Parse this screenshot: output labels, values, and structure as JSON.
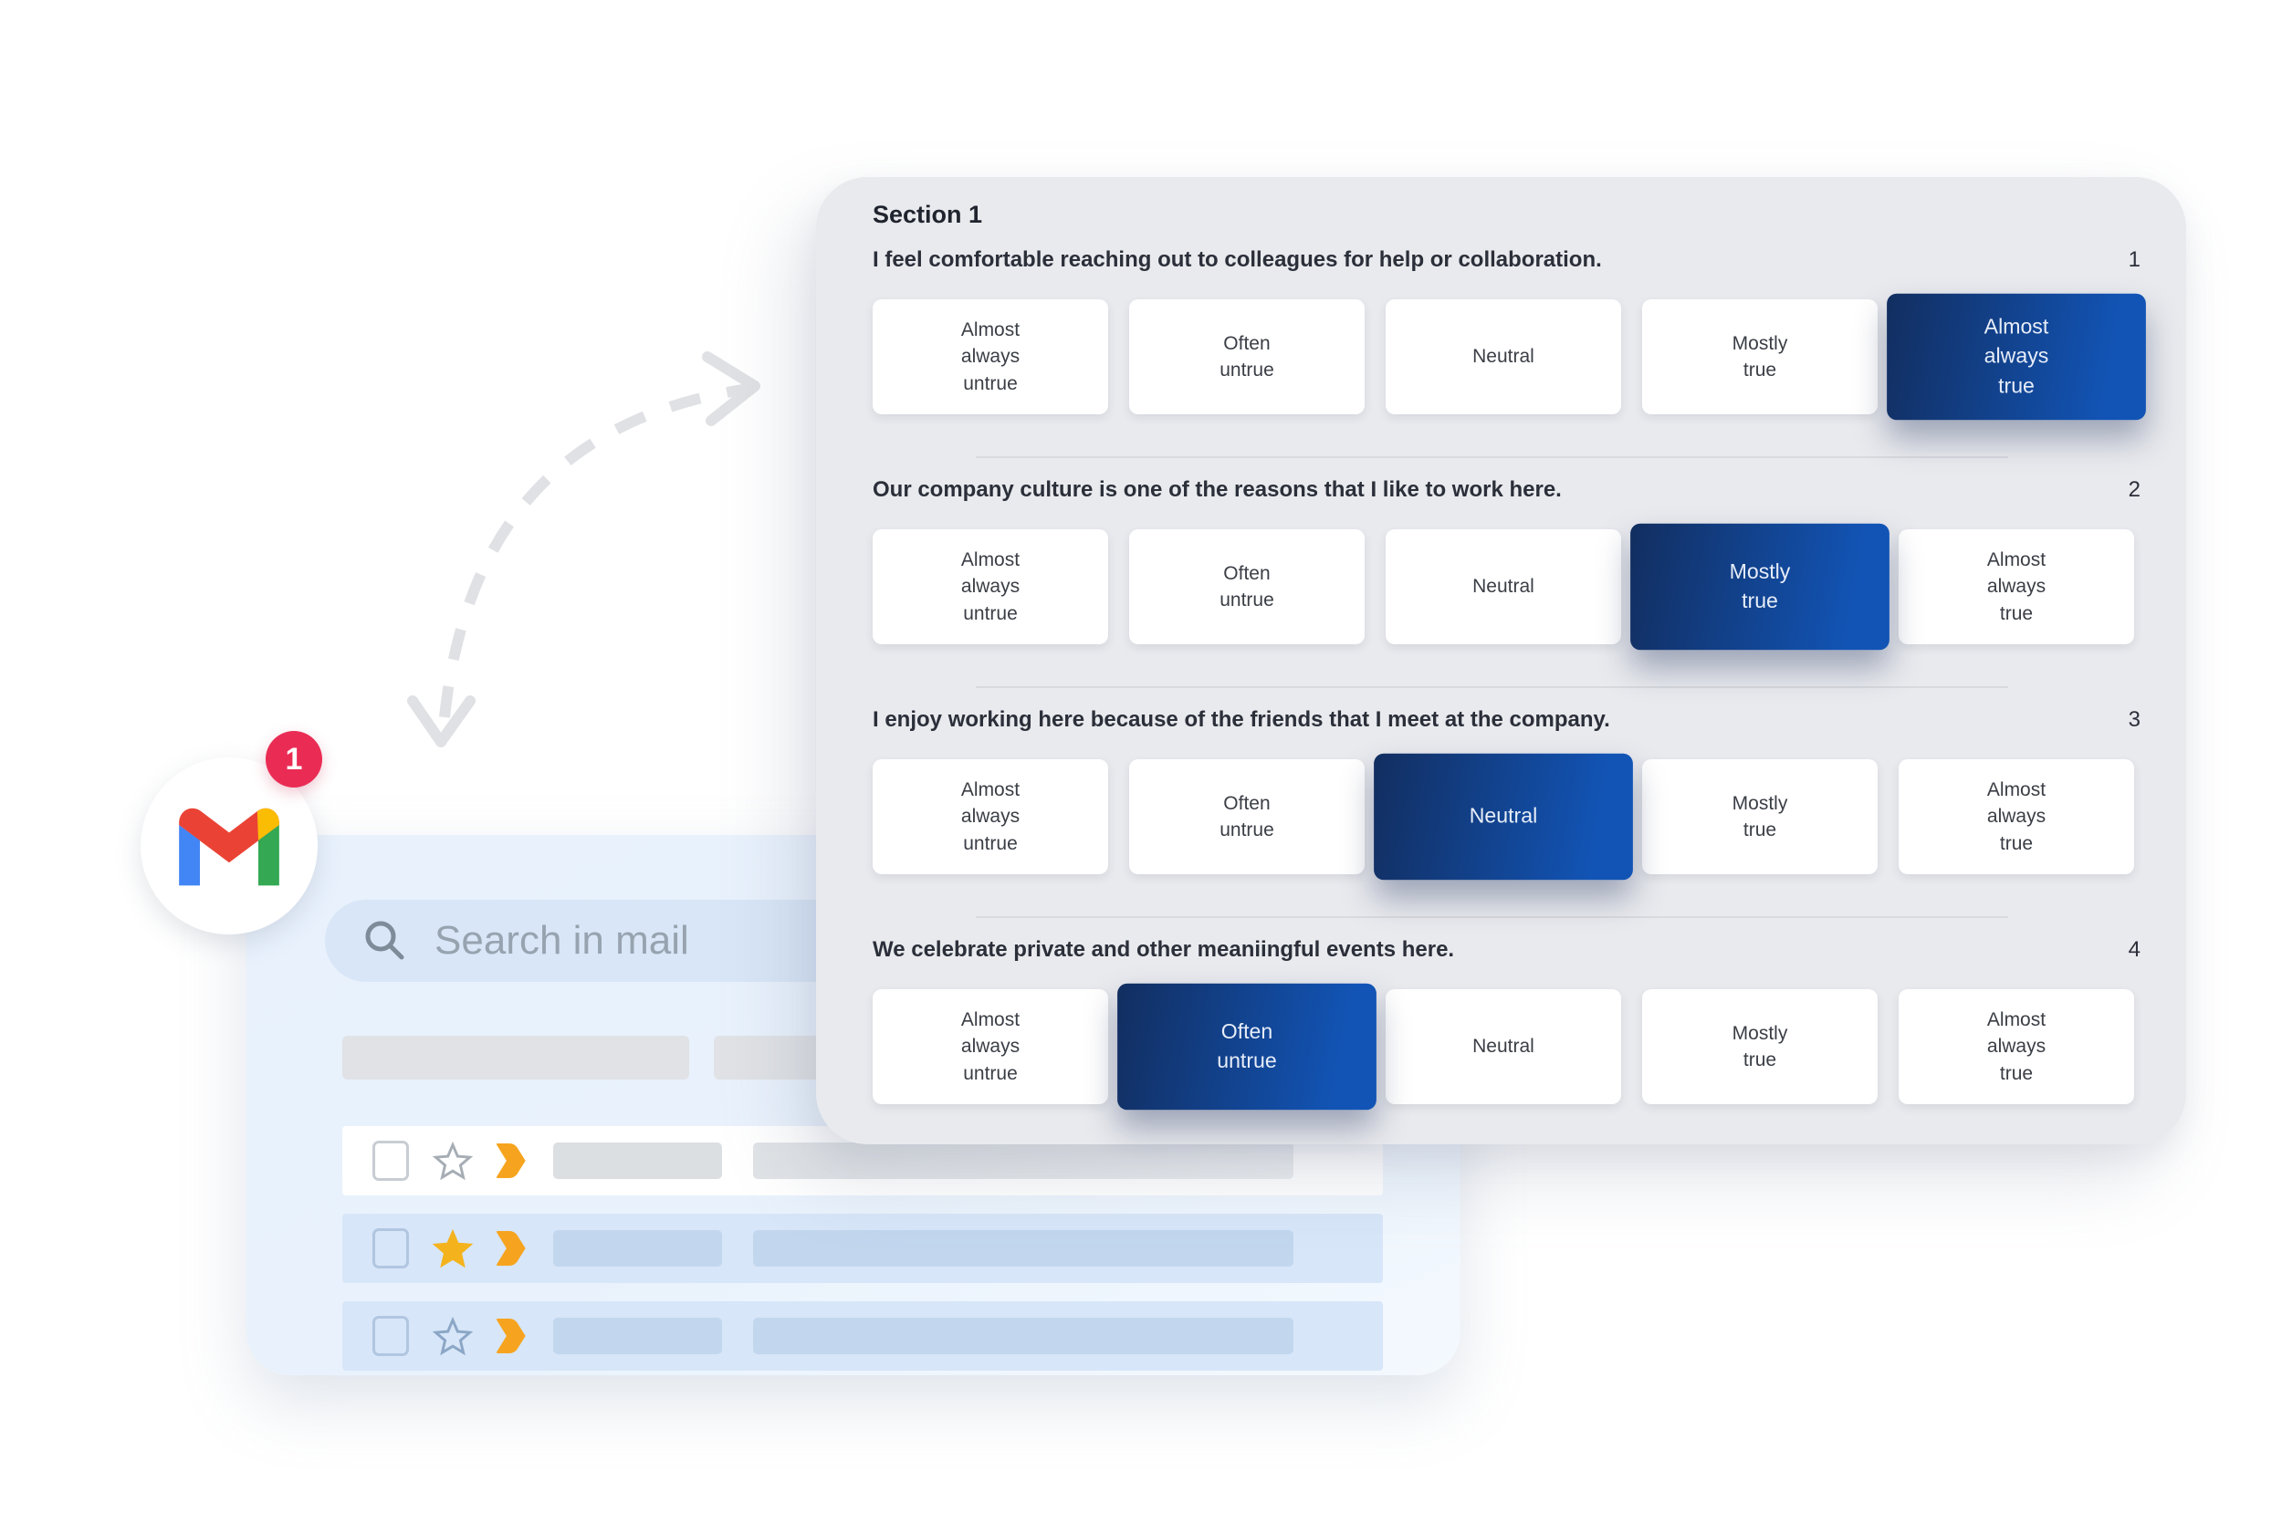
{
  "survey": {
    "section_title": "Section 1",
    "scale_options": [
      "Almost\nalways\nuntrue",
      "Often\nuntrue",
      "Neutral",
      "Mostly\ntrue",
      "Almost\nalways\ntrue"
    ],
    "questions": [
      {
        "number": "1",
        "text": "I feel comfortable reaching out to colleagues for help or collaboration.",
        "selected_index": 4
      },
      {
        "number": "2",
        "text": "Our company culture is one of the reasons that I like to work here.",
        "selected_index": 3
      },
      {
        "number": "3",
        "text": "I enjoy working here because of the friends that I meet at the company.",
        "selected_index": 2
      },
      {
        "number": "4",
        "text": "We celebrate private and other meaniingful events here.",
        "selected_index": 1
      }
    ],
    "colors": {
      "panel_bg": "#e9eaee",
      "selected_gradient_start": "#122e60",
      "selected_gradient_end": "#1254b5",
      "selected_text": "#e7edf8"
    }
  },
  "gmail": {
    "search_placeholder": "Search in mail",
    "badge_count": "1",
    "rows": [
      {
        "starred": false,
        "highlighted": false
      },
      {
        "starred": true,
        "highlighted": true
      },
      {
        "starred": false,
        "highlighted": true
      }
    ],
    "colors": {
      "badge_red": "#ea2c55",
      "star_yellow": "#f4b31d",
      "important_tag_orange": "#f6a41f",
      "row_highlight_blue": "#d7e6f8",
      "logo_blue": "#4285f4",
      "logo_red": "#ea4335",
      "logo_yellow": "#fbbc04",
      "logo_green": "#34a853"
    }
  }
}
